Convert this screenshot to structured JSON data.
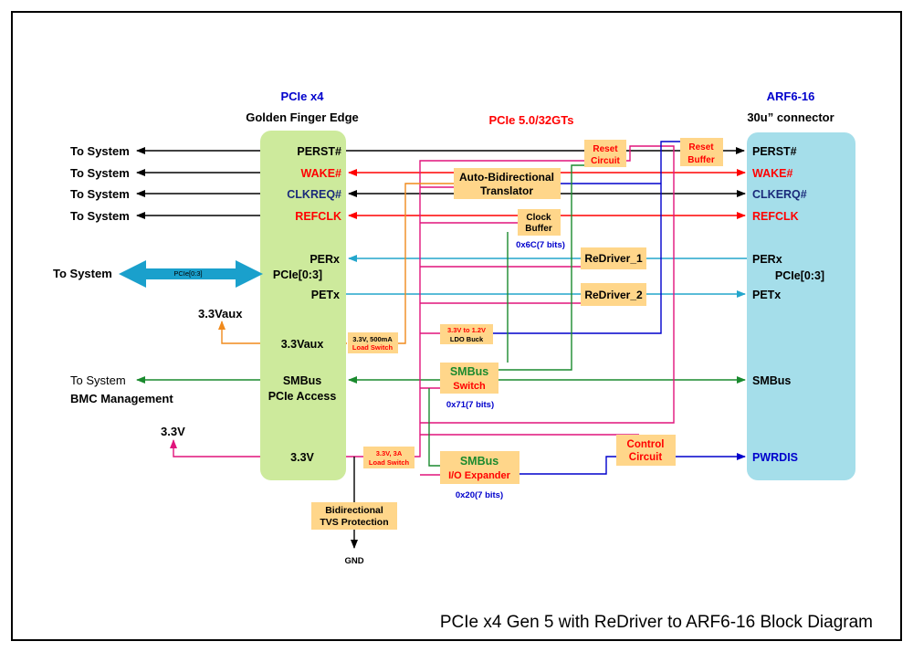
{
  "colors": {
    "black": "#000000",
    "red": "#ff0000",
    "blue": "#0000cc",
    "green": "#1a8a2e",
    "cyan": "#23a6cc",
    "orange": "#f08a1c",
    "magenta": "#e0147c",
    "navy": "#1a2a7a",
    "left_block": "#cdea9c",
    "right_block": "#a5deea",
    "component": "#ffd68a",
    "arrow_blue": "#1aa0cc"
  },
  "left_block": {
    "title_line1": "PCIe x4",
    "title_line2": "Golden Finger Edge",
    "signals": {
      "perst": "PERST#",
      "wake": "WAKE#",
      "clkreq": "CLKREQ#",
      "refclk": "REFCLK",
      "perx": "PERx",
      "pcie": "PCIe[0:3]",
      "petx": "PETx",
      "vaux": "3.3Vaux",
      "smbus_line1": "SMBus",
      "smbus_line2": "PCIe Access",
      "v33": "3.3V"
    }
  },
  "right_block": {
    "title_line1": "ARF6-16",
    "title_line2": "30u” connector",
    "signals": {
      "perst": "PERST#",
      "wake": "WAKE#",
      "clkerq": "CLKERQ#",
      "refclk": "REFCLK",
      "perx": "PERx",
      "pcie": "PCIe[0:3]",
      "petx": "PETx",
      "smbus": "SMBus",
      "pwrdis": "PWRDIS"
    }
  },
  "speed_label": "PCIe 5.0/32GTs",
  "left_external": {
    "to_system_1": "To System",
    "to_system_2": "To System",
    "to_system_3": "To System",
    "to_system_4": "To System",
    "to_system_bus": "To System",
    "bus_label": "PCIe[0:3]",
    "vaux": "3.3Vaux",
    "to_system_smbus": "To System",
    "bmc": "BMC Management",
    "v33": "3.3V"
  },
  "components": {
    "reset_circuit_1": "Reset",
    "reset_circuit_2": "Circuit",
    "reset_buffer_1": "Reset",
    "reset_buffer_2": "Buffer",
    "translator_1": "Auto-Bidirectional",
    "translator_2": "Translator",
    "clock_buffer_1": "Clock",
    "clock_buffer_2": "Buffer",
    "clock_addr": "0x6C(7 bits)",
    "redriver_1": "ReDriver_1",
    "redriver_2": "ReDriver_2",
    "load_switch_1_line1": "3.3V, 500mA",
    "load_switch_1_line2": "Load Switch",
    "ldo_line1": "3.3V to 1.2V",
    "ldo_line2": "LDO Buck",
    "smbus_switch_1": "SMBus",
    "smbus_switch_2": "Switch",
    "smbus_switch_addr": "0x71(7 bits)",
    "control_1": "Control",
    "control_2": "Circuit",
    "load_switch_2_line1": "3.3V, 3A",
    "load_switch_2_line2": "Load Switch",
    "io_exp_1": "SMBus",
    "io_exp_2": "I/O Expander",
    "io_exp_addr": "0x20(7 bits)",
    "tvs_1": "Bidirectional",
    "tvs_2": "TVS Protection",
    "gnd": "GND"
  },
  "footer_title": "PCIe x4 Gen 5 with ReDriver to ARF6-16 Block Diagram"
}
